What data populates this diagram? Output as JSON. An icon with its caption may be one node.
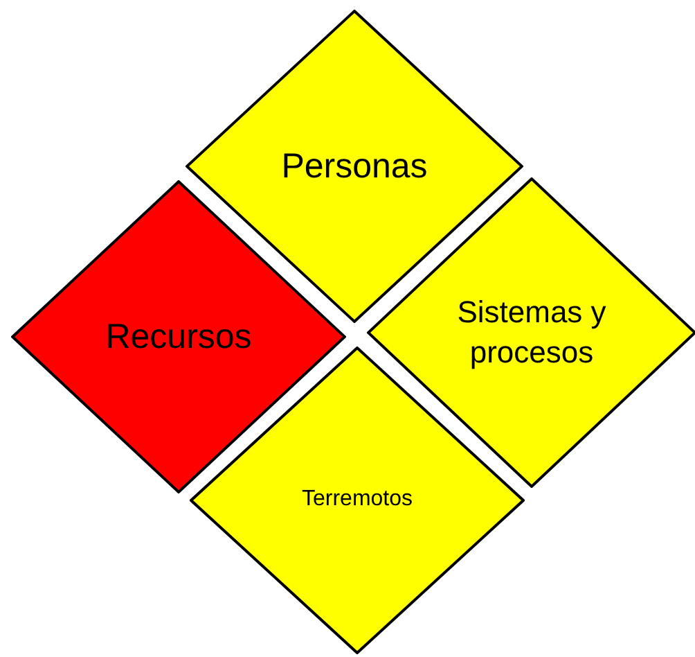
{
  "diagram": {
    "nodes": [
      {
        "text": [
          "Personas"
        ]
      },
      {
        "text": [
          "Recursos"
        ]
      },
      {
        "text": [
          "Sistemas y procesos"
        ]
      },
      {
        "text": [
          "Terremotos"
        ]
      }
    ]
  }
}
